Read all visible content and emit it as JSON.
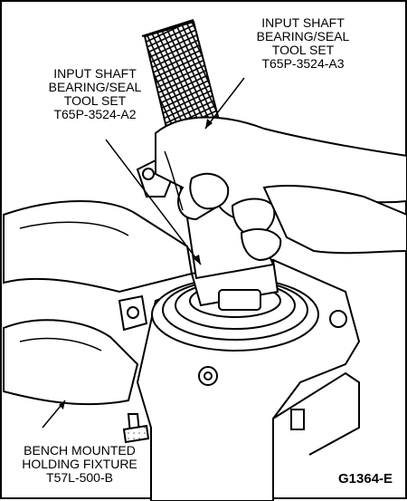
{
  "labels": {
    "tool_a3": [
      "INPUT SHAFT",
      "BEARING/SEAL",
      "TOOL SET",
      "T65P-3524-A3"
    ],
    "tool_a2": [
      "INPUT SHAFT",
      "BEARING/SEAL",
      "TOOL SET",
      "T65P-3524-A2"
    ],
    "fixture": [
      "BENCH MOUNTED",
      "HOLDING FIXTURE",
      "T57L-500-B"
    ]
  },
  "figure_id": "G1364-E",
  "colors": {
    "ink": "#000000",
    "paper": "#ffffff"
  }
}
